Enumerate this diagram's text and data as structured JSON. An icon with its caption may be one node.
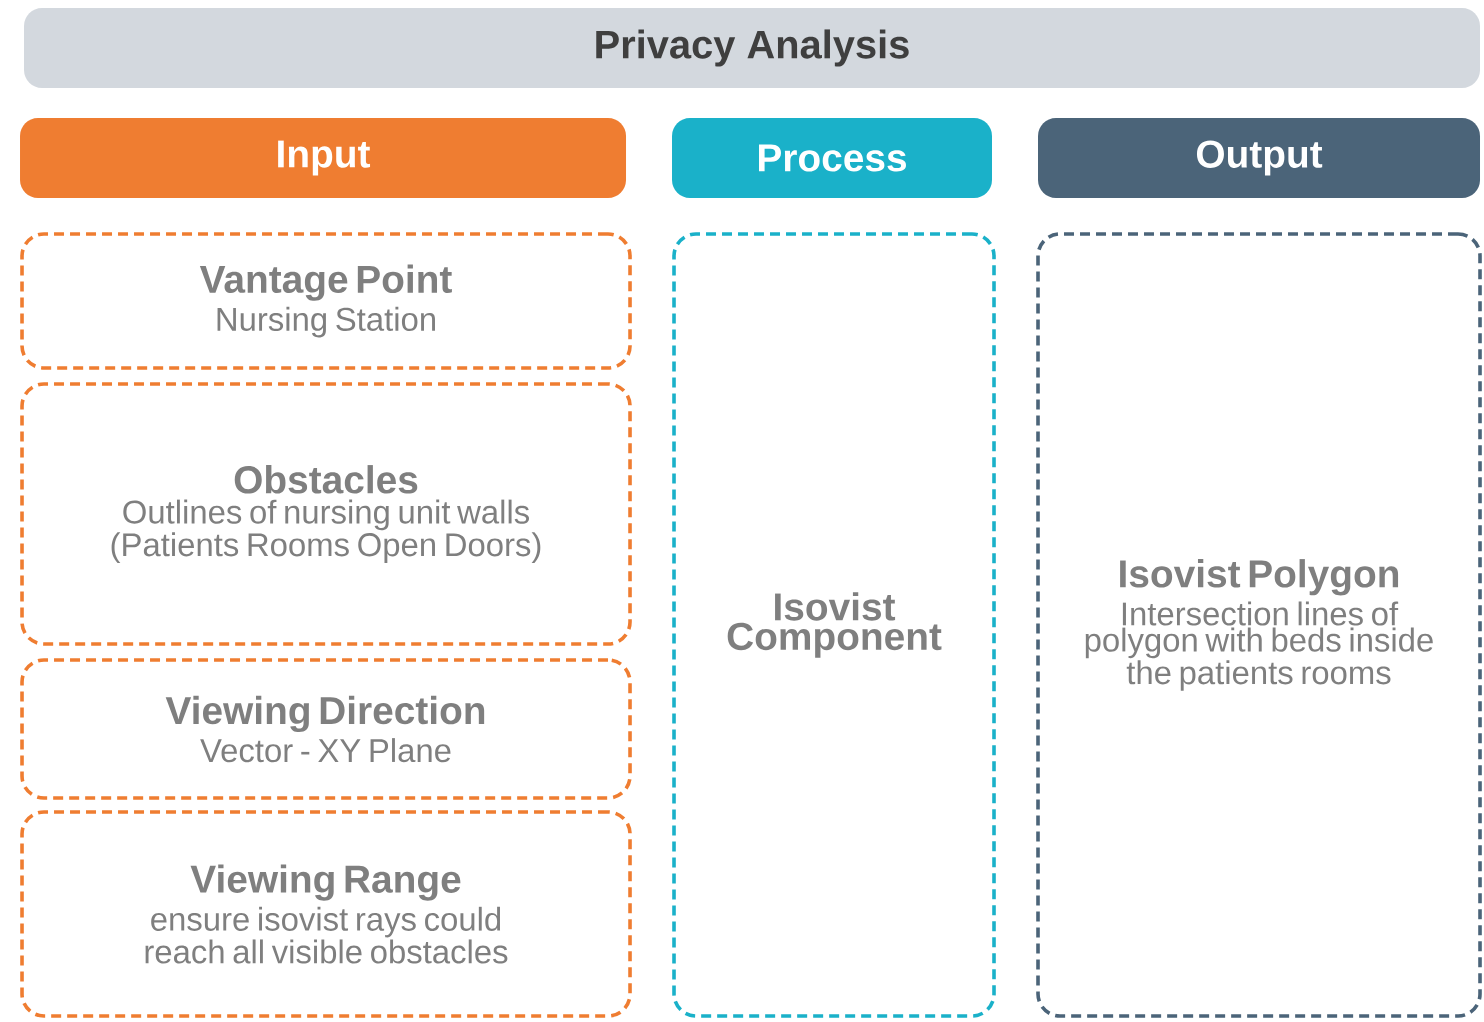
{
  "diagram": {
    "title": "Privacy Analysis",
    "nodes": [
      {
        "text": [
          "Input"
        ]
      },
      {
        "text": [
          "Process"
        ]
      },
      {
        "text": [
          "Output"
        ]
      },
      {
        "text": [
          "Vantage Point",
          "Nursing Station"
        ]
      },
      {
        "text": [
          "Obstacles",
          "Outlines of nursing unit walls (Patients Rooms Open Doors)"
        ]
      },
      {
        "text": [
          "Viewing Direction",
          "Vector - XY Plane"
        ]
      },
      {
        "text": [
          "Viewing Range",
          "ensure isovist rays could reach all visible obstacles"
        ]
      },
      {
        "text": [
          "Isovist Component"
        ]
      },
      {
        "text": [
          "Isovist Polygon",
          "Intersection lines of polygon with beds inside the patients rooms"
        ]
      }
    ],
    "edges": []
  }
}
